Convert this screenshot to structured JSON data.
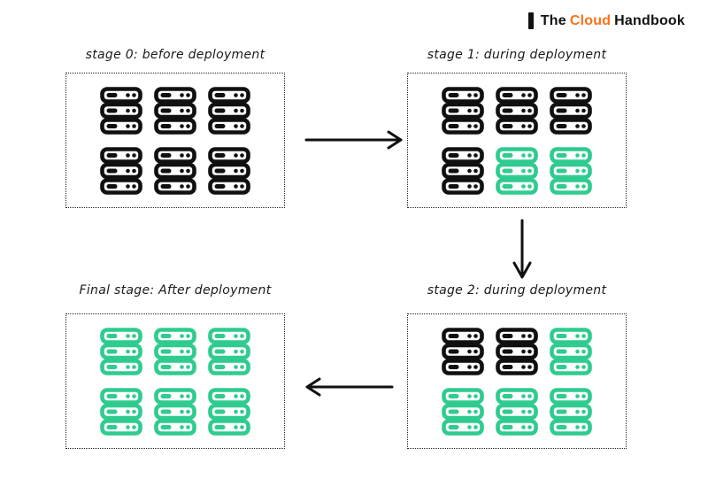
{
  "brand": {
    "word1": "The",
    "word2": "Cloud",
    "word3": "Handbook"
  },
  "colors": {
    "server-old": "#101010",
    "server-new": "#2FCB8F",
    "ink": "#111111",
    "accent": "#F97316"
  },
  "stages": [
    {
      "title": "stage 0: before deployment",
      "servers": [
        "old",
        "old",
        "old",
        "old",
        "old",
        "old"
      ]
    },
    {
      "title": "stage 1: during deployment",
      "servers": [
        "old",
        "old",
        "old",
        "old",
        "new",
        "new"
      ]
    },
    {
      "title": "stage 2: during deployment",
      "servers": [
        "old",
        "old",
        "new",
        "new",
        "new",
        "new"
      ]
    },
    {
      "title": "Final stage: After deployment",
      "servers": [
        "new",
        "new",
        "new",
        "new",
        "new",
        "new"
      ]
    }
  ],
  "arrows": [
    {
      "name": "arrow-stage0-to-stage1",
      "direction": "right"
    },
    {
      "name": "arrow-stage1-to-stage2",
      "direction": "down"
    },
    {
      "name": "arrow-stage2-to-final",
      "direction": "left"
    }
  ]
}
